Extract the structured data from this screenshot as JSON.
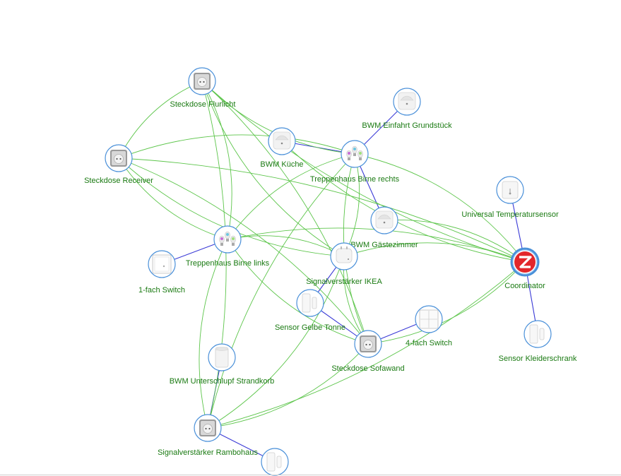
{
  "colors": {
    "mesh_link": "#5cc54a",
    "direct_link": "#3a3ad6",
    "node_ring": "#4a90d9",
    "label": "#1a7a12",
    "coordinator_red": "#e3262b"
  },
  "nodes": [
    {
      "id": "steckdose-flurlicht",
      "label": "Steckdose Flurlicht",
      "icon": "plug-icon"
    },
    {
      "id": "bwm-einfahrt",
      "label": "BWM Einfahrt Grundstück",
      "icon": "motion-sensor-icon"
    },
    {
      "id": "steckdose-receiver",
      "label": "Steckdose Receiver",
      "icon": "plug-icon"
    },
    {
      "id": "bwm-kueche",
      "label": "BWM Küche",
      "icon": "motion-sensor-icon"
    },
    {
      "id": "treppenhaus-rechts",
      "label": "Treppenhaus Birne rechts",
      "icon": "bulb-icon"
    },
    {
      "id": "universal-temp",
      "label": "Universal Temperatursensor",
      "icon": "temperature-sensor-icon"
    },
    {
      "id": "bwm-gaestezimmer",
      "label": "BWM Gästezimmer",
      "icon": "motion-sensor-icon"
    },
    {
      "id": "treppenhaus-links",
      "label": "Treppenhaus Birne links",
      "icon": "bulb-icon"
    },
    {
      "id": "signal-ikea",
      "label": "Signalverstärker IKEA",
      "icon": "repeater-icon"
    },
    {
      "id": "coordinator",
      "label": "Coordinator",
      "icon": "zigbee-icon"
    },
    {
      "id": "switch-1",
      "label": "1-fach Switch",
      "icon": "wall-switch-icon"
    },
    {
      "id": "sensor-gelbe",
      "label": "Sensor Gelbe Tonne",
      "icon": "door-sensor-icon"
    },
    {
      "id": "switch-4",
      "label": "4-fach Switch",
      "icon": "wall-switch-4-icon"
    },
    {
      "id": "sensor-kleider",
      "label": "Sensor Kleiderschrank",
      "icon": "door-sensor-icon"
    },
    {
      "id": "steckdose-sofa",
      "label": "Steckdose Sofawand",
      "icon": "plug-icon"
    },
    {
      "id": "bwm-strandkorb",
      "label": "BWM Unterschlupf Strandkorb",
      "icon": "cylinder-sensor-icon"
    },
    {
      "id": "signal-rambo",
      "label": "Signalverstärker Rambohaus",
      "icon": "plug-icon"
    },
    {
      "id": "sensor-bottom",
      "label": "",
      "icon": "door-sensor-icon"
    }
  ],
  "edges": [
    {
      "from": "bwm-kueche",
      "to": "treppenhaus-rechts",
      "type": "direct"
    },
    {
      "from": "treppenhaus-rechts",
      "to": "bwm-einfahrt",
      "type": "direct"
    },
    {
      "from": "treppenhaus-rechts",
      "to": "bwm-gaestezimmer",
      "type": "direct"
    },
    {
      "from": "switch-1",
      "to": "treppenhaus-links",
      "type": "direct"
    },
    {
      "from": "signal-ikea",
      "to": "sensor-gelbe",
      "type": "direct"
    },
    {
      "from": "sensor-gelbe",
      "to": "steckdose-sofa",
      "type": "direct"
    },
    {
      "from": "steckdose-sofa",
      "to": "switch-4",
      "type": "direct"
    },
    {
      "from": "universal-temp",
      "to": "coordinator",
      "type": "direct"
    },
    {
      "from": "coordinator",
      "to": "sensor-kleider",
      "type": "direct"
    },
    {
      "from": "bwm-strandkorb",
      "to": "signal-rambo",
      "type": "direct"
    },
    {
      "from": "signal-rambo",
      "to": "sensor-bottom",
      "type": "direct"
    },
    {
      "from": "steckdose-flurlicht",
      "to": "treppenhaus-rechts",
      "type": "mesh"
    },
    {
      "from": "steckdose-flurlicht",
      "to": "treppenhaus-links",
      "type": "mesh"
    },
    {
      "from": "steckdose-flurlicht",
      "to": "signal-ikea",
      "type": "mesh"
    },
    {
      "from": "steckdose-flurlicht",
      "to": "steckdose-sofa",
      "type": "mesh"
    },
    {
      "from": "steckdose-flurlicht",
      "to": "coordinator",
      "type": "mesh"
    },
    {
      "from": "steckdose-flurlicht",
      "to": "signal-rambo",
      "type": "mesh"
    },
    {
      "from": "steckdose-flurlicht",
      "to": "steckdose-receiver",
      "type": "mesh"
    },
    {
      "from": "steckdose-receiver",
      "to": "treppenhaus-rechts",
      "type": "mesh"
    },
    {
      "from": "steckdose-receiver",
      "to": "treppenhaus-links",
      "type": "mesh"
    },
    {
      "from": "steckdose-receiver",
      "to": "coordinator",
      "type": "mesh"
    },
    {
      "from": "steckdose-receiver",
      "to": "signal-ikea",
      "type": "mesh"
    },
    {
      "from": "steckdose-receiver",
      "to": "steckdose-sofa",
      "type": "mesh"
    },
    {
      "from": "treppenhaus-rechts",
      "to": "treppenhaus-links",
      "type": "mesh"
    },
    {
      "from": "treppenhaus-rechts",
      "to": "signal-ikea",
      "type": "mesh"
    },
    {
      "from": "treppenhaus-rechts",
      "to": "steckdose-sofa",
      "type": "mesh"
    },
    {
      "from": "treppenhaus-rechts",
      "to": "coordinator",
      "type": "mesh"
    },
    {
      "from": "treppenhaus-rechts",
      "to": "signal-rambo",
      "type": "mesh"
    },
    {
      "from": "treppenhaus-links",
      "to": "signal-ikea",
      "type": "mesh"
    },
    {
      "from": "treppenhaus-links",
      "to": "steckdose-sofa",
      "type": "mesh"
    },
    {
      "from": "treppenhaus-links",
      "to": "coordinator",
      "type": "mesh"
    },
    {
      "from": "treppenhaus-links",
      "to": "signal-rambo",
      "type": "mesh"
    },
    {
      "from": "signal-ikea",
      "to": "coordinator",
      "type": "mesh"
    },
    {
      "from": "signal-ikea",
      "to": "steckdose-sofa",
      "type": "mesh"
    },
    {
      "from": "signal-ikea",
      "to": "signal-rambo",
      "type": "mesh"
    },
    {
      "from": "steckdose-sofa",
      "to": "coordinator",
      "type": "mesh"
    },
    {
      "from": "steckdose-sofa",
      "to": "signal-rambo",
      "type": "mesh"
    },
    {
      "from": "signal-rambo",
      "to": "coordinator",
      "type": "mesh"
    },
    {
      "from": "bwm-gaestezimmer",
      "to": "coordinator",
      "type": "mesh"
    },
    {
      "from": "bwm-kueche",
      "to": "coordinator",
      "type": "mesh"
    }
  ]
}
